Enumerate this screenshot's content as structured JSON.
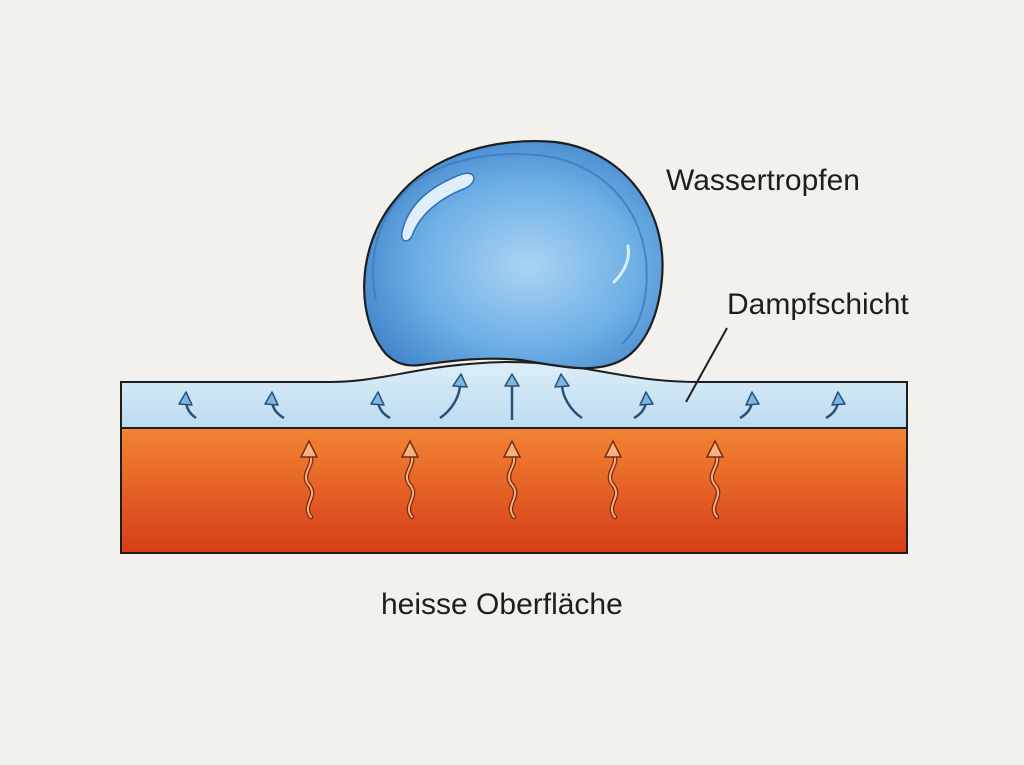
{
  "labels": {
    "droplet": "Wassertropfen",
    "vapor_layer": "Dampfschicht",
    "hot_surface": "heisse Oberfläche"
  },
  "colors": {
    "background": "#f2f1ed",
    "surface_top": "#f07f2c",
    "surface_bottom": "#d8401a",
    "vapor_fill": "#cfe6f5",
    "droplet_fill": "#6aaee6",
    "droplet_edge": "#2e6fb4",
    "outline": "#1e1e1e"
  },
  "icons": {
    "heat_arrows": "wavy-up-arrow-icon",
    "vapor_arrows": "curved-arrow-icon"
  }
}
